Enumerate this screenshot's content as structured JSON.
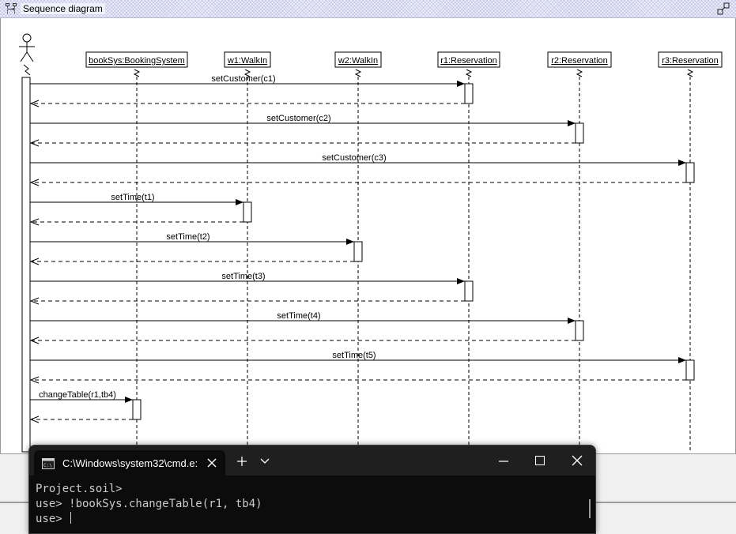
{
  "window": {
    "title": "Sequence diagram"
  },
  "diagram": {
    "actor": {
      "name": ""
    },
    "lifelines": [
      {
        "id": "bookSys",
        "label": "bookSys:BookingSystem"
      },
      {
        "id": "w1",
        "label": "w1:WalkIn"
      },
      {
        "id": "w2",
        "label": "w2:WalkIn"
      },
      {
        "id": "r1",
        "label": "r1:Reservation"
      },
      {
        "id": "r2",
        "label": "r2:Reservation"
      },
      {
        "id": "r3",
        "label": "r3:Reservation"
      }
    ],
    "messages": [
      {
        "label": "setCustomer(c1)",
        "target": "r1"
      },
      {
        "label": "setCustomer(c2)",
        "target": "r2"
      },
      {
        "label": "setCustomer(c3)",
        "target": "r3"
      },
      {
        "label": "setTime(t1)",
        "target": "w1"
      },
      {
        "label": "setTime(t2)",
        "target": "w2"
      },
      {
        "label": "setTime(t3)",
        "target": "r1"
      },
      {
        "label": "setTime(t4)",
        "target": "r2"
      },
      {
        "label": "setTime(t5)",
        "target": "r3"
      },
      {
        "label": "changeTable(r1,tb4)",
        "target": "bookSys"
      }
    ]
  },
  "terminal": {
    "tab_title": "C:\\Windows\\system32\\cmd.e:",
    "lines": [
      "Project.soil>",
      "use> !bookSys.changeTable(r1, tb4)",
      "use> "
    ]
  },
  "icons": {
    "title": "sequence-diagram-icon",
    "maximize": "maximize-icon",
    "tab": "cmd-icon",
    "tab_close": "close-icon",
    "new_tab": "plus-icon",
    "dropdown": "chevron-down-icon",
    "minimize": "minimize-icon",
    "window_max": "maximize-window-icon",
    "window_close": "close-window-icon"
  }
}
